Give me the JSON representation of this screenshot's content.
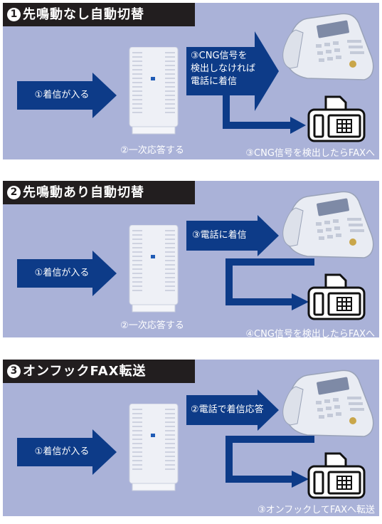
{
  "panels": [
    {
      "number": "1",
      "title": "先鳴動なし自動切替",
      "incoming": "①着信が入る",
      "device_label": "②一次応答する",
      "upper_label": [
        "③CNG信号を",
        "検出しなければ",
        "電話に着信"
      ],
      "fax_label": "③CNG信号を検出したらFAXへ"
    },
    {
      "number": "2",
      "title": "先鳴動あり自動切替",
      "incoming": "①着信が入る",
      "device_label": "②一次応答する",
      "upper_label": [
        "③電話に着信"
      ],
      "fax_label": "④CNG信号を検出したらFAXへ"
    },
    {
      "number": "3",
      "title": "オンフックFAX転送",
      "incoming": "①着信が入る",
      "device_label": "",
      "upper_label": [
        "②電話で着信応答"
      ],
      "fax_label": "③オンフックしてFAXへ転送"
    }
  ],
  "icons": [
    "gateway-device-icon",
    "desk-phone-icon",
    "fax-machine-icon"
  ],
  "colors": {
    "panel_bg": "#aab2d8",
    "arrow": "#0d3b88",
    "title_bg": "#221e1f",
    "label": "#ffffff"
  }
}
